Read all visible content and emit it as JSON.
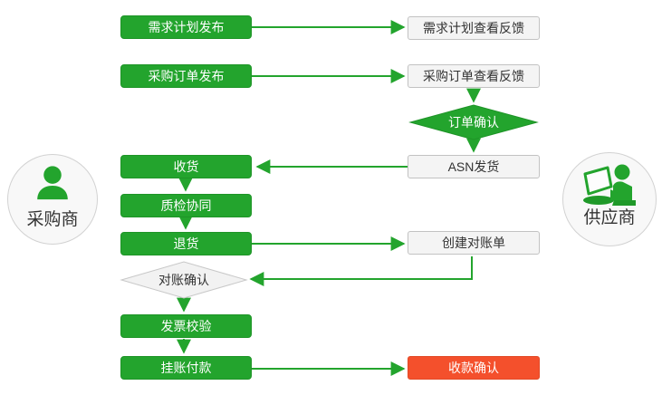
{
  "colors": {
    "green": "#23a42d",
    "green_dark": "#1e9427",
    "red": "#f4502c",
    "gray_fill": "#f4f4f4",
    "gray_border": "#c2c2c2",
    "text_dark": "#333333",
    "text_light": "#ffffff"
  },
  "actors": {
    "buyer": {
      "label": "采购商",
      "icon": "person-icon"
    },
    "supplier": {
      "label": "供应商",
      "icon": "person-laptop-icon"
    }
  },
  "nodes": {
    "demand_plan_publish": "需求计划发布",
    "demand_plan_feedback": "需求计划查看反馈",
    "po_publish": "采购订单发布",
    "po_feedback": "采购订单查看反馈",
    "order_confirm": "订单确认",
    "asn_ship": "ASN发货",
    "receive": "收货",
    "quality_collab": "质检协同",
    "return_goods": "退货",
    "create_statement": "创建对账单",
    "statement_confirm": "对账确认",
    "invoice_check": "发票校验",
    "book_payment": "挂账付款",
    "receipt_confirm": "收款确认"
  }
}
